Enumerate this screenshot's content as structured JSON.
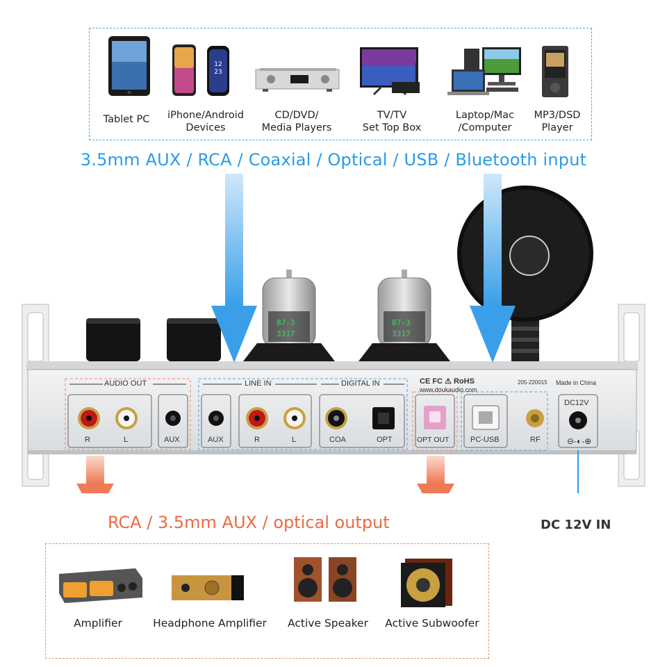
{
  "input_devices": [
    {
      "name": "tablet",
      "label": "Tablet PC"
    },
    {
      "name": "phones",
      "label": "iPhone/Android\nDevices"
    },
    {
      "name": "cd-player",
      "label": "CD/DVD/\nMedia Players"
    },
    {
      "name": "tv",
      "label": "TV/TV\nSet Top Box"
    },
    {
      "name": "computer",
      "label": "Laptop/Mac\n/Computer"
    },
    {
      "name": "mp3-player",
      "label": "MP3/DSD\nPlayer"
    }
  ],
  "input_headline": "3.5mm AUX / RCA / Coaxial / Optical / USB / Bluetooth input",
  "output_headline": "RCA / 3.5mm AUX / optical output",
  "power_label": "DC 12V IN",
  "rear_panel": {
    "section_audio_out": "AUDIO OUT",
    "section_line_in": "LINE IN",
    "section_digital_in": "DIGITAL IN",
    "port_r_out": "R",
    "port_l_out": "L",
    "port_aux_out": "AUX",
    "port_aux_in": "AUX",
    "port_r_in": "R",
    "port_l_in": "L",
    "port_coa": "COA",
    "port_opt": "OPT",
    "port_opt_out": "OPT OUT",
    "port_pc_usb": "PC-USB",
    "port_rf": "RF",
    "dc_label": "DC12V",
    "cert_marks": "CE FC ⚠ RoHS",
    "reg_number": "205-220015",
    "made_in": "Made in China",
    "website": "www.doukaudio.com",
    "tube_print_top": "87-3",
    "tube_print_bottom": "3317"
  },
  "output_devices": [
    {
      "name": "amplifier",
      "label": "Amplifier"
    },
    {
      "name": "headphone-amplifier",
      "label": "Headphone Amplifier"
    },
    {
      "name": "active-speaker",
      "label": "Active Speaker"
    },
    {
      "name": "active-subwoofer",
      "label": "Active Subwoofer"
    }
  ],
  "colors": {
    "input_accent": "#2b9be6",
    "output_accent": "#ea6a44",
    "panel_silver": "#e6e8ea",
    "panel_dash_audio": "#f08a68",
    "panel_dash_line": "#4aa8e8"
  }
}
